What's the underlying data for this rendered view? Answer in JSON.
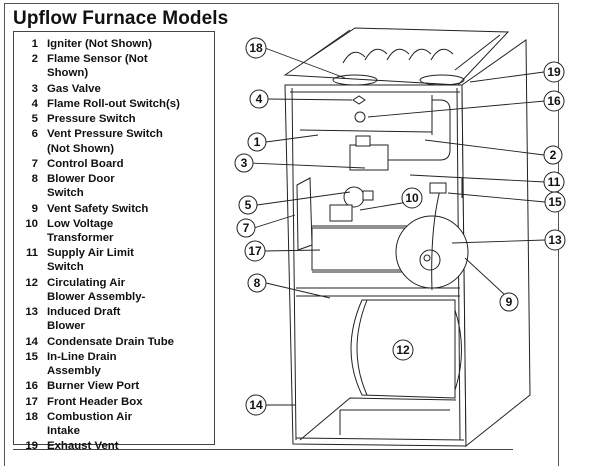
{
  "title": "Upflow Furnace Models",
  "legend": [
    {
      "num": "1",
      "lines": [
        "Igniter (Not Shown)"
      ]
    },
    {
      "num": "2",
      "lines": [
        "Flame Sensor (Not",
        "Shown)"
      ]
    },
    {
      "num": "3",
      "lines": [
        "Gas Valve"
      ]
    },
    {
      "num": "4",
      "lines": [
        "Flame Roll-out Switch(s)"
      ]
    },
    {
      "num": "5",
      "lines": [
        "Pressure Switch"
      ]
    },
    {
      "num": "6",
      "lines": [
        "Vent Pressure Switch",
        "(Not Shown)"
      ]
    },
    {
      "num": "7",
      "lines": [
        "Control Board"
      ]
    },
    {
      "num": "8",
      "lines": [
        "Blower Door",
        "Switch"
      ]
    },
    {
      "num": "9",
      "lines": [
        "Vent Safety Switch"
      ]
    },
    {
      "num": "10",
      "lines": [
        "Low Voltage",
        "Transformer"
      ]
    },
    {
      "num": "11",
      "lines": [
        "Supply Air Limit",
        "Switch"
      ]
    },
    {
      "num": "12",
      "lines": [
        "Circulating Air",
        "Blower Assembly-"
      ]
    },
    {
      "num": "13",
      "lines": [
        "Induced Draft",
        "Blower"
      ]
    },
    {
      "num": "14",
      "lines": [
        "Condensate Drain Tube"
      ]
    },
    {
      "num": "15",
      "lines": [
        "In-Line Drain",
        "Assembly"
      ]
    },
    {
      "num": "16",
      "lines": [
        "Burner View Port"
      ]
    },
    {
      "num": "17",
      "lines": [
        "Front Header Box"
      ]
    },
    {
      "num": "18",
      "lines": [
        "Combustion Air",
        "Intake"
      ]
    },
    {
      "num": "19",
      "lines": [
        "Exhaust Vent"
      ]
    }
  ],
  "callouts": {
    "c1": "1",
    "c2": "2",
    "c3": "3",
    "c4": "4",
    "c5": "5",
    "c7": "7",
    "c8": "8",
    "c9": "9",
    "c10": "10",
    "c11": "11",
    "c12": "12",
    "c13": "13",
    "c14": "14",
    "c15": "15",
    "c16": "16",
    "c17": "17",
    "c18": "18",
    "c19": "19"
  }
}
